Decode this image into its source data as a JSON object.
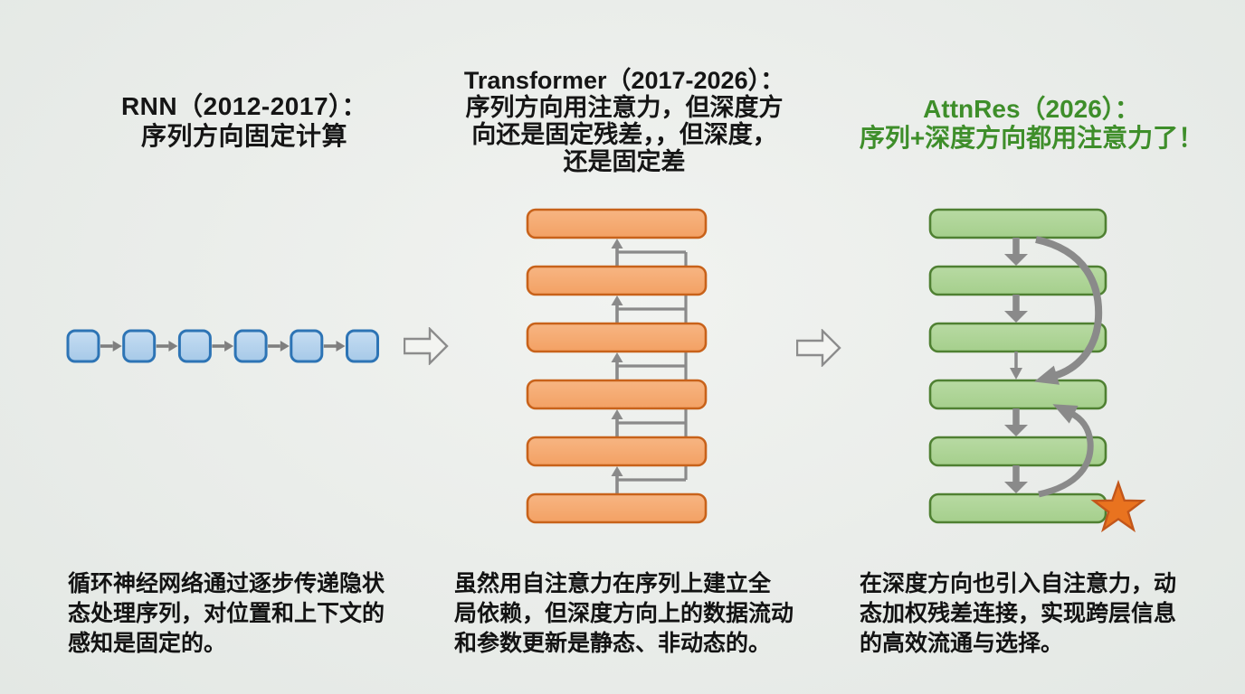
{
  "page": {
    "background": "#E9ECE9"
  },
  "columns": [
    {
      "id": "rnn",
      "title": {
        "lines": [
          "RNN（2012-2017）：",
          "序列方向固定计算"
        ],
        "color": "#151515"
      },
      "caption": {
        "lines": [
          "循环神经网络通过逐步传递隐状",
          "态处理序列，对位置和上下文的",
          "感知是固定的。"
        ]
      },
      "diagram": {
        "type": "chain",
        "box_count": 6,
        "box_fill": "#A6C9E8",
        "box_fill_light": "#C6DDF2",
        "box_stroke": "#2D74B5",
        "arrow_color": "#7F7F7F"
      }
    },
    {
      "id": "transformer",
      "title": {
        "lines": [
          "Transformer（2017-2026）：",
          "序列方向用注意力，但深度方",
          "向还是固定残差，，但深度，",
          "还是固定差"
        ],
        "color": "#151515"
      },
      "caption": {
        "lines": [
          "虽然用自注意力在序列上建立全",
          "局依赖，但深度方向上的数据流动",
          "和参数更新是静态、非动态的。"
        ]
      },
      "diagram": {
        "type": "residual-stack",
        "layer_count": 6,
        "bar_fill": "#F3A164",
        "bar_fill_light": "#F7B583",
        "bar_stroke": "#C8621A",
        "arrow_color": "#8A8A8A"
      }
    },
    {
      "id": "attnres",
      "title": {
        "lines": [
          "AttnRes（2026）：",
          "序列+深度方向都用注意力了！"
        ],
        "color": "#3E8E2A"
      },
      "caption": {
        "lines": [
          "在深度方向也引入自注意力，动",
          "态加权残差连接，实现跨层信息",
          "的高效流通与选择。"
        ]
      },
      "diagram": {
        "type": "attention-stack",
        "layer_count": 6,
        "bar_fill": "#A5CF8C",
        "bar_fill_light": "#B8DAA3",
        "bar_stroke": "#4F8032",
        "arrow_color": "#8A8A8A",
        "star_fill": "#E9731F",
        "star_stroke": "#C2561A"
      }
    }
  ],
  "separators": [
    {
      "name": "stage-arrow-1"
    },
    {
      "name": "stage-arrow-2"
    }
  ]
}
